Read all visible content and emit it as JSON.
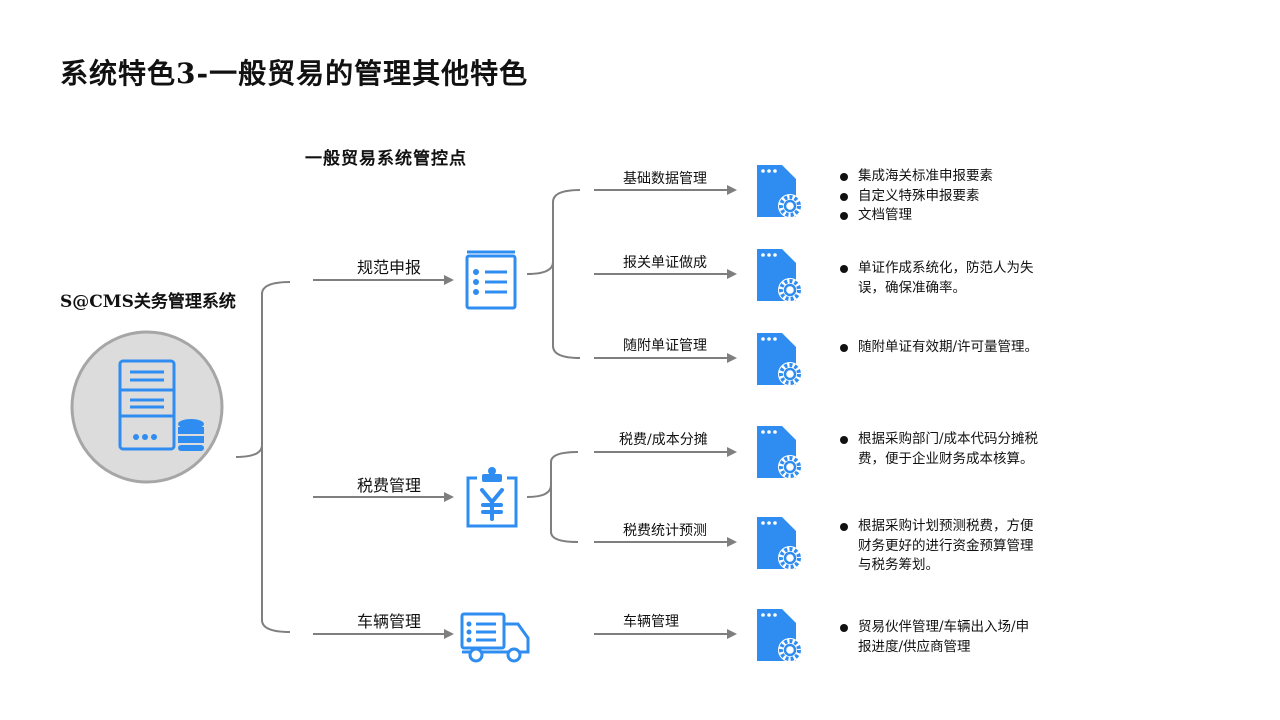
{
  "title": "系统特色3-一般贸易的管理其他特色",
  "subtitle": "一般贸易系统管控点",
  "system": {
    "name": "S@CMS关务管理系统",
    "icon": "server-database-icon"
  },
  "categories": [
    {
      "label": "规范申报",
      "icon": "list-document-icon"
    },
    {
      "label": "税费管理",
      "icon": "yen-clipboard-icon"
    },
    {
      "label": "车辆管理",
      "icon": "truck-icon"
    }
  ],
  "items": [
    {
      "label": "基础数据管理",
      "bullets": [
        "集成海关标准申报要素",
        "自定义特殊申报要素",
        "文档管理"
      ]
    },
    {
      "label": "报关单证做成",
      "bullets": [
        "单证作成系统化，防范人为失",
        "误，确保准确率。"
      ]
    },
    {
      "label": "随附单证管理",
      "bullets": [
        "随附单证有效期/许可量管理。"
      ]
    },
    {
      "label": "税费/成本分摊",
      "bullets": [
        "根据采购部门/成本代码分摊税",
        "费，便于企业财务成本核算。"
      ]
    },
    {
      "label": "税费统计预测",
      "bullets": [
        "根据采购计划预测税费，方便",
        "财务更好的进行资金预算管理",
        "与税务筹划。"
      ]
    },
    {
      "label": "车辆管理",
      "bullets": [
        "贸易伙伴管理/车辆出入场/申",
        "报进度/供应商管理"
      ]
    }
  ],
  "colors": {
    "accent": "#2f8cf0",
    "line": "#7f7f7f",
    "circle": "#dcdcdc"
  }
}
